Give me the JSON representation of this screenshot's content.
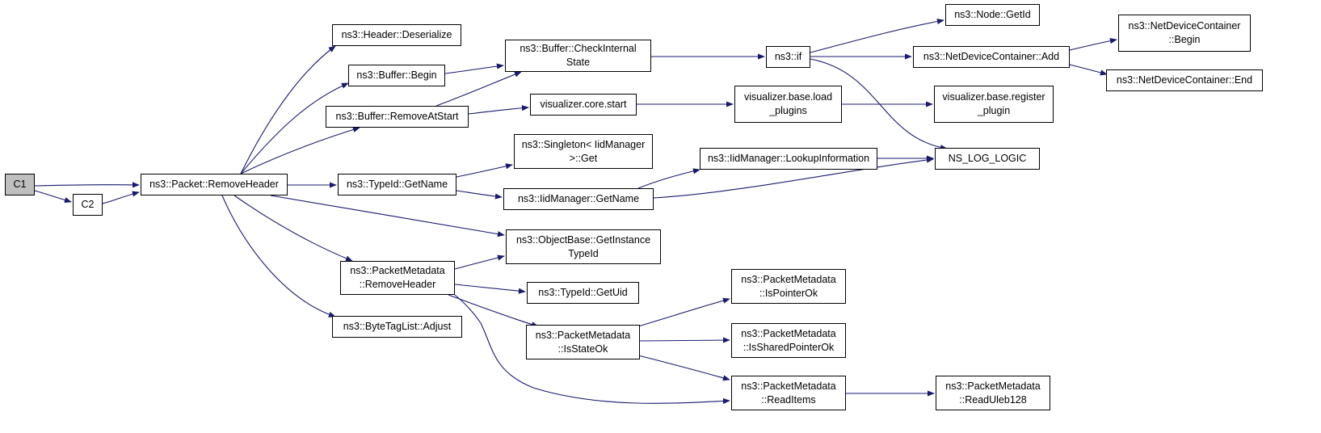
{
  "colors": {
    "edge": "#191970",
    "node_border": "#000000",
    "current_node_fill": "#bfbfbf"
  },
  "nodes": {
    "c1": "C1",
    "c2": "C2",
    "remove_header": "ns3::Packet::RemoveHeader",
    "header_deserialize": "ns3::Header::Deserialize",
    "buffer_begin": "ns3::Buffer::Begin",
    "buffer_remove_at_start": "ns3::Buffer::RemoveAtStart",
    "buffer_check_internal_state": "ns3::Buffer::CheckInternal\nState",
    "visualizer_core_start": "visualizer.core.start",
    "visualizer_base_load_plugins": "visualizer.base.load\n_plugins",
    "visualizer_base_register_plugin": "visualizer.base.register\n_plugin",
    "ns3_if": "ns3::if",
    "node_get_id": "ns3::Node::GetId",
    "netdevice_add": "ns3::NetDeviceContainer::Add",
    "netdevice_begin": "ns3::NetDeviceContainer\n::Begin",
    "netdevice_end": "ns3::NetDeviceContainer::End",
    "ns_log_logic": "NS_LOG_LOGIC",
    "typeid_get_name": "ns3::TypeId::GetName",
    "singleton_get": "ns3::Singleton< IidManager\n>::Get",
    "iidmanager_get_name": "ns3::IidManager::GetName",
    "iidmanager_lookup_information": "ns3::IidManager::LookupInformation",
    "objectbase_get_instance_typeid": "ns3::ObjectBase::GetInstance\nTypeId",
    "packetmetadata_remove_header": "ns3::PacketMetadata\n::RemoveHeader",
    "typeid_get_uid": "ns3::TypeId::GetUid",
    "packetmetadata_is_state_ok": "ns3::PacketMetadata\n::IsStateOk",
    "packetmetadata_is_pointer_ok": "ns3::PacketMetadata\n::IsPointerOk",
    "packetmetadata_is_shared_pointer_ok": "ns3::PacketMetadata\n::IsSharedPointerOk",
    "packetmetadata_read_items": "ns3::PacketMetadata\n::ReadItems",
    "packetmetadata_read_uleb128": "ns3::PacketMetadata\n::ReadUleb128",
    "bytetaglist_adjust": "ns3::ByteTagList::Adjust"
  }
}
